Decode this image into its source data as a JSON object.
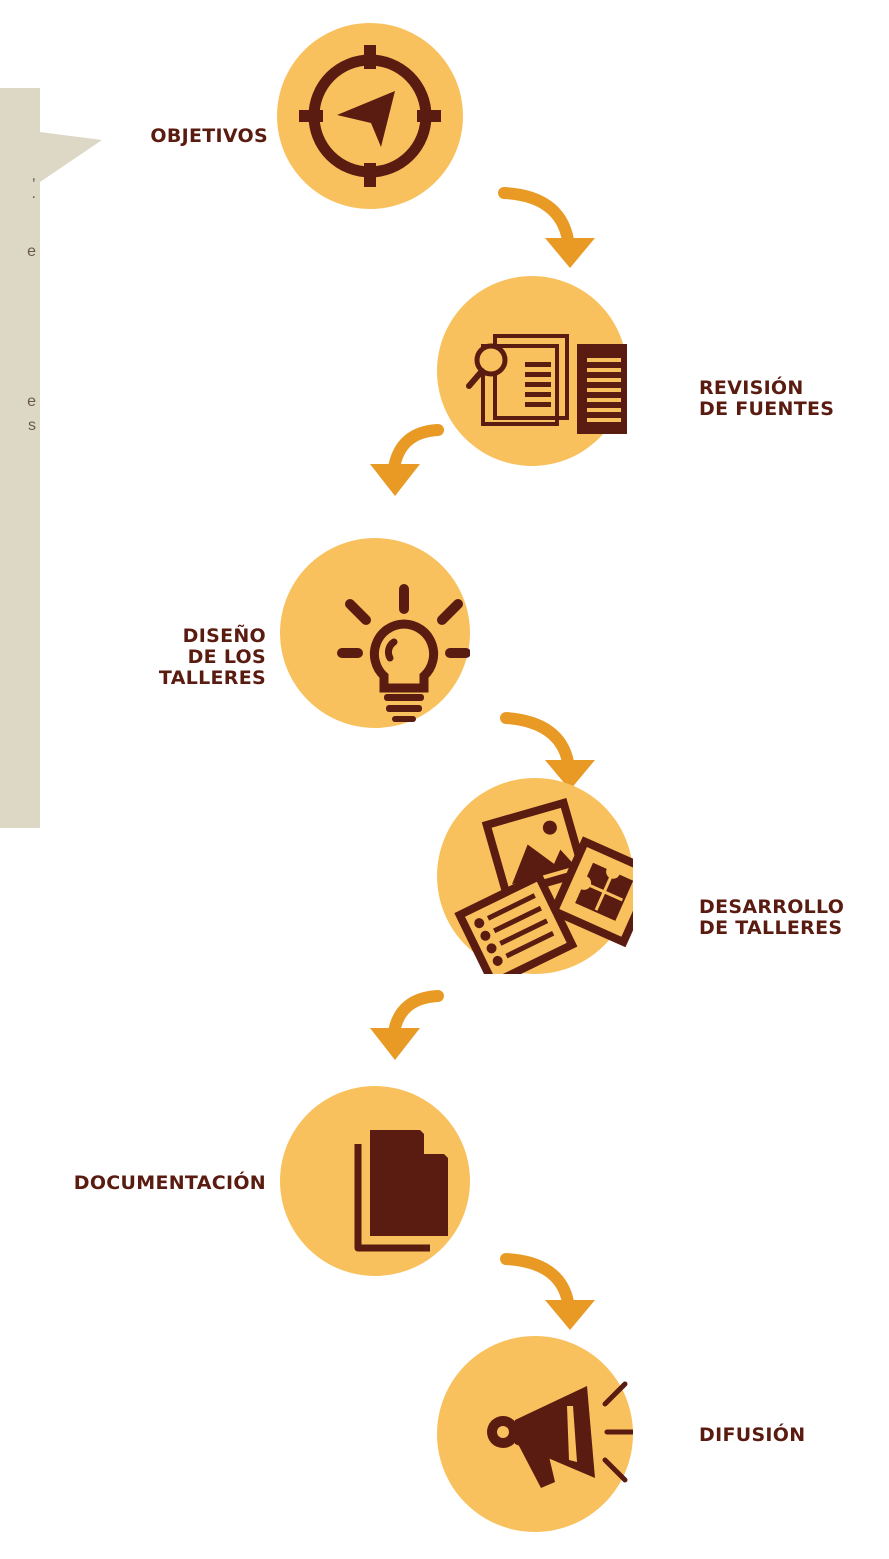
{
  "colors": {
    "circle": "#f8c15d",
    "icon": "#5a1b10",
    "label": "#5a1b10",
    "arrow": "#e89a25",
    "panel": "#dcd8c5"
  },
  "side_panel": {
    "glyphs": [
      ",",
      ".",
      "e",
      "e",
      "s"
    ]
  },
  "steps": [
    {
      "label_lines": [
        "OBJETIVOS"
      ],
      "icon": "compass-icon"
    },
    {
      "label_lines": [
        "REVISIÓN",
        "DE FUENTES"
      ],
      "icon": "book-search-icon"
    },
    {
      "label_lines": [
        "DISEÑO",
        "DE LOS",
        "TALLERES"
      ],
      "icon": "lightbulb-icon"
    },
    {
      "label_lines": [
        "DESARROLLO",
        "DE TALLERES"
      ],
      "icon": "workshop-materials-icon"
    },
    {
      "label_lines": [
        "DOCUMENTACIÓN"
      ],
      "icon": "documents-icon"
    },
    {
      "label_lines": [
        "DIFUSIÓN"
      ],
      "icon": "megaphone-icon"
    }
  ]
}
